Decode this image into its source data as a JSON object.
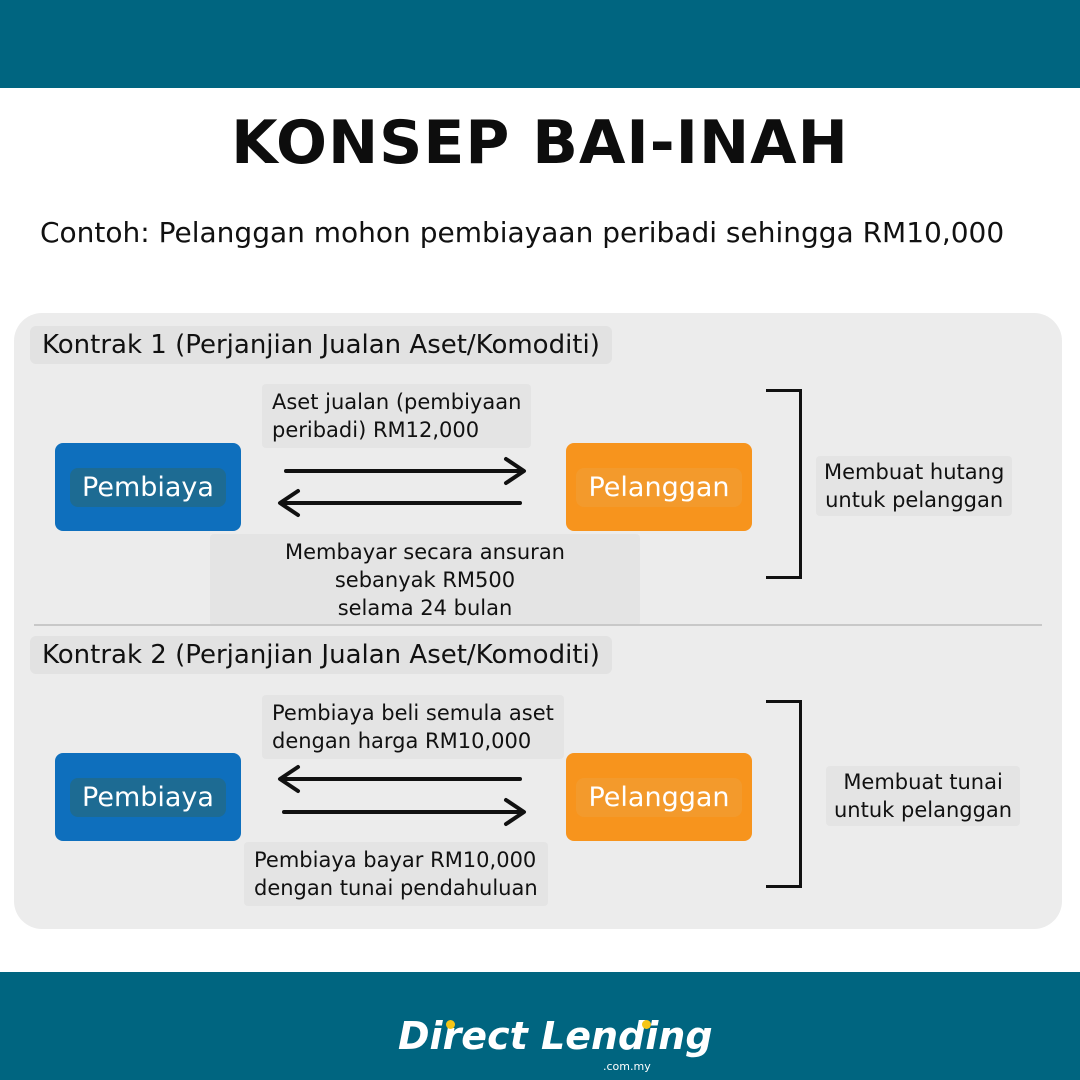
{
  "title": "KONSEP BAI-INAH",
  "subtitle": "Contoh: Pelanggan mohon pembiayaan peribadi sehingga RM10,000",
  "contract1": {
    "label": "Kontrak 1 (Perjanjian Jualan Aset/Komoditi)",
    "left_box": "Pembiaya",
    "right_box": "Pelanggan",
    "top_note": [
      "Aset jualan (pembiyaan",
      "peribadi) RM12,000"
    ],
    "bottom_note": [
      "Membayar secara ansuran",
      "sebanyak RM500",
      "selama 24 bulan"
    ],
    "side_note": [
      "Membuat hutang",
      "untuk pelanggan"
    ]
  },
  "contract2": {
    "label": "Kontrak 2 (Perjanjian Jualan Aset/Komoditi)",
    "left_box": "Pembiaya",
    "right_box": "Pelanggan",
    "top_note": [
      "Pembiaya beli semula aset",
      "dengan harga RM10,000"
    ],
    "bottom_note": [
      "Pembiaya bayar RM10,000",
      "dengan tunai pendahuluan"
    ],
    "side_note": [
      "Membuat tunai",
      "untuk pelanggan"
    ]
  },
  "logo": {
    "name": "Direct Lending",
    "domain": ".com.my"
  },
  "colors": {
    "band": "#006580",
    "blue_box": "#0e6fbd",
    "orange_box": "#f7941d",
    "panel": "#ececec",
    "logo_accent": "#f5c518"
  }
}
